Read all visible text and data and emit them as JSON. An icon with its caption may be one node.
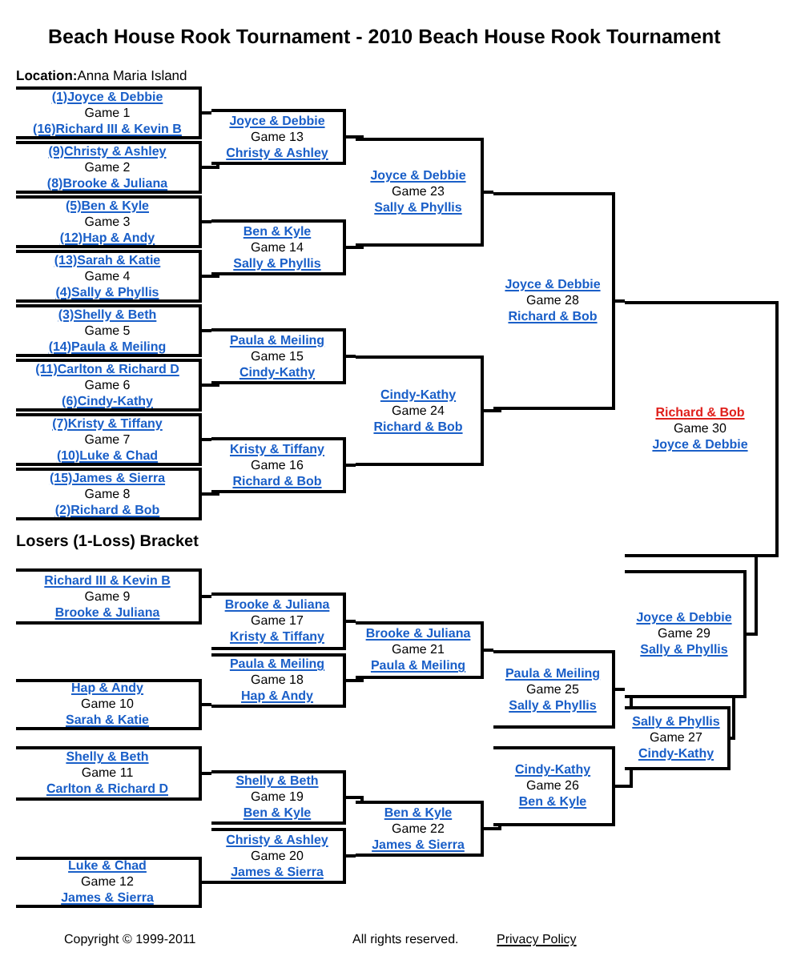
{
  "diagram": {
    "title": "Beach House Rook Tournament - 2010 Beach House Rook Tournament",
    "nodes": [
      {
        "text": [
          "(1)Joyce & Debbie",
          "Game 1",
          "(16)Richard III & Kevin B"
        ]
      },
      {
        "text": [
          "(9)Christy & Ashley",
          "Game 2",
          "(8)Brooke & Juliana"
        ]
      },
      {
        "text": [
          "(5)Ben & Kyle",
          "Game 3",
          "(12)Hap & Andy"
        ]
      },
      {
        "text": [
          "(13)Sarah & Katie",
          "Game 4",
          "(4)Sally & Phyllis"
        ]
      },
      {
        "text": [
          "(3)Shelly & Beth",
          "Game 5",
          "(14)Paula & Meiling"
        ]
      },
      {
        "text": [
          "(11)Carlton & Richard D",
          "Game 6",
          "(6)Cindy-Kathy"
        ]
      },
      {
        "text": [
          "(7)Kristy & Tiffany",
          "Game 7",
          "(10)Luke & Chad"
        ]
      },
      {
        "text": [
          "(15)James & Sierra",
          "Game 8",
          "(2)Richard & Bob"
        ]
      },
      {
        "text": [
          "Joyce & Debbie",
          "Game 13",
          "Christy & Ashley"
        ]
      },
      {
        "text": [
          "Ben & Kyle",
          "Game 14",
          "Sally & Phyllis"
        ]
      },
      {
        "text": [
          "Paula & Meiling",
          "Game 15",
          "Cindy-Kathy"
        ]
      },
      {
        "text": [
          "Kristy & Tiffany",
          "Game 16",
          "Richard & Bob"
        ]
      },
      {
        "text": [
          "Joyce & Debbie",
          "Game 23",
          "Sally & Phyllis"
        ]
      },
      {
        "text": [
          "Cindy-Kathy",
          "Game 24",
          "Richard & Bob"
        ]
      },
      {
        "text": [
          "Joyce & Debbie",
          "Game 28",
          "Richard & Bob"
        ]
      },
      {
        "text": [
          "Richard & Bob",
          "Game 30",
          "Joyce & Debbie"
        ]
      },
      {
        "text": [
          "Richard III & Kevin B",
          "Game 9",
          "Brooke & Juliana"
        ]
      },
      {
        "text": [
          "Hap & Andy",
          "Game 10",
          "Sarah & Katie"
        ]
      },
      {
        "text": [
          "Shelly & Beth",
          "Game 11",
          "Carlton & Richard D"
        ]
      },
      {
        "text": [
          "Luke & Chad",
          "Game 12",
          "James & Sierra"
        ]
      },
      {
        "text": [
          "Brooke & Juliana",
          "Game 17",
          "Kristy & Tiffany"
        ]
      },
      {
        "text": [
          "Paula & Meiling",
          "Game 18",
          "Hap & Andy"
        ]
      },
      {
        "text": [
          "Shelly & Beth",
          "Game 19",
          "Ben & Kyle"
        ]
      },
      {
        "text": [
          "Christy & Ashley",
          "Game 20",
          "James & Sierra"
        ]
      },
      {
        "text": [
          "Brooke & Juliana",
          "Game 21",
          "Paula & Meiling"
        ]
      },
      {
        "text": [
          "Ben & Kyle",
          "Game 22",
          "James & Sierra"
        ]
      },
      {
        "text": [
          "Paula & Meiling",
          "Game 25",
          "Sally & Phyllis"
        ]
      },
      {
        "text": [
          "Cindy-Kathy",
          "Game 26",
          "Ben & Kyle"
        ]
      },
      {
        "text": [
          "Sally & Phyllis",
          "Game 27",
          "Cindy-Kathy"
        ]
      },
      {
        "text": [
          "Joyce & Debbie",
          "Game 29",
          "Sally & Phyllis"
        ]
      }
    ],
    "edges": [
      {
        "from": 0,
        "to": 8,
        "arrow": "none"
      },
      {
        "from": 1,
        "to": 8,
        "arrow": "none"
      },
      {
        "from": 2,
        "to": 9,
        "arrow": "none"
      },
      {
        "from": 3,
        "to": 9,
        "arrow": "none"
      },
      {
        "from": 4,
        "to": 10,
        "arrow": "none"
      },
      {
        "from": 5,
        "to": 10,
        "arrow": "none"
      },
      {
        "from": 6,
        "to": 11,
        "arrow": "none"
      },
      {
        "from": 7,
        "to": 11,
        "arrow": "none"
      },
      {
        "from": 8,
        "to": 12,
        "arrow": "none"
      },
      {
        "from": 9,
        "to": 12,
        "arrow": "none"
      },
      {
        "from": 10,
        "to": 13,
        "arrow": "none"
      },
      {
        "from": 11,
        "to": 13,
        "arrow": "none"
      },
      {
        "from": 12,
        "to": 14,
        "arrow": "none"
      },
      {
        "from": 13,
        "to": 14,
        "arrow": "none"
      },
      {
        "from": 14,
        "to": 15,
        "arrow": "none"
      },
      {
        "from": 16,
        "to": 20,
        "arrow": "none"
      },
      {
        "from": 17,
        "to": 21,
        "arrow": "none"
      },
      {
        "from": 18,
        "to": 22,
        "arrow": "none"
      },
      {
        "from": 19,
        "to": 23,
        "arrow": "none"
      },
      {
        "from": 20,
        "to": 24,
        "arrow": "none"
      },
      {
        "from": 21,
        "to": 24,
        "arrow": "none"
      },
      {
        "from": 22,
        "to": 25,
        "arrow": "none"
      },
      {
        "from": 23,
        "to": 25,
        "arrow": "none"
      },
      {
        "from": 24,
        "to": 26,
        "arrow": "none"
      },
      {
        "from": 25,
        "to": 27,
        "arrow": "none"
      },
      {
        "from": 26,
        "to": 28,
        "arrow": "none"
      },
      {
        "from": 27,
        "to": 28,
        "arrow": "none"
      },
      {
        "from": 28,
        "to": 29,
        "arrow": "none"
      },
      {
        "from": 29,
        "to": 15,
        "arrow": "none"
      }
    ],
    "labels": [
      "**Location:**Anna Maria Island",
      "Losers (1-Loss) Bracket",
      "Copyright © 1999-2011",
      "All rights reserved.",
      "Privacy Policy"
    ]
  }
}
